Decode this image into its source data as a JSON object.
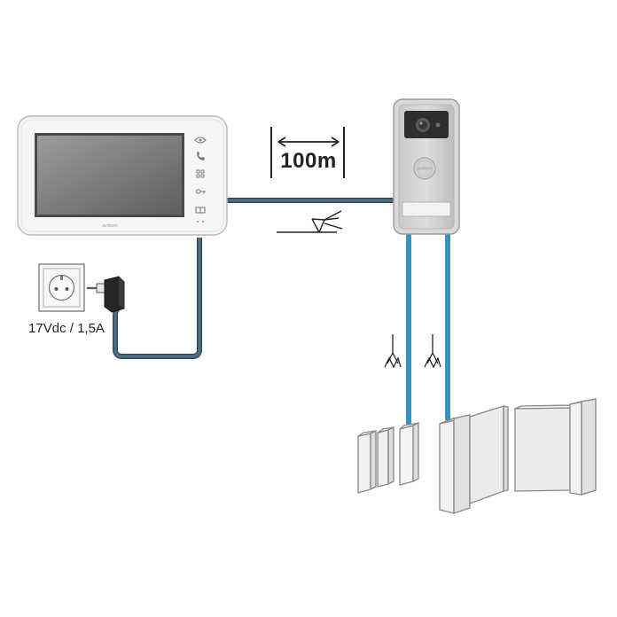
{
  "distance": {
    "label": "100m"
  },
  "power": {
    "label": "17Vdc / 1,5A"
  },
  "monitor": {
    "brand": "avidsen"
  },
  "doorbell": {
    "brand": "avidsen"
  },
  "icons": [
    "eye-icon",
    "phone-icon",
    "grid-icon",
    "key-icon",
    "lock-icon"
  ],
  "colors": {
    "main_cable": "#4a6f80",
    "lock_cable": "#2f8fc2",
    "panel": "#e9e9e9"
  }
}
